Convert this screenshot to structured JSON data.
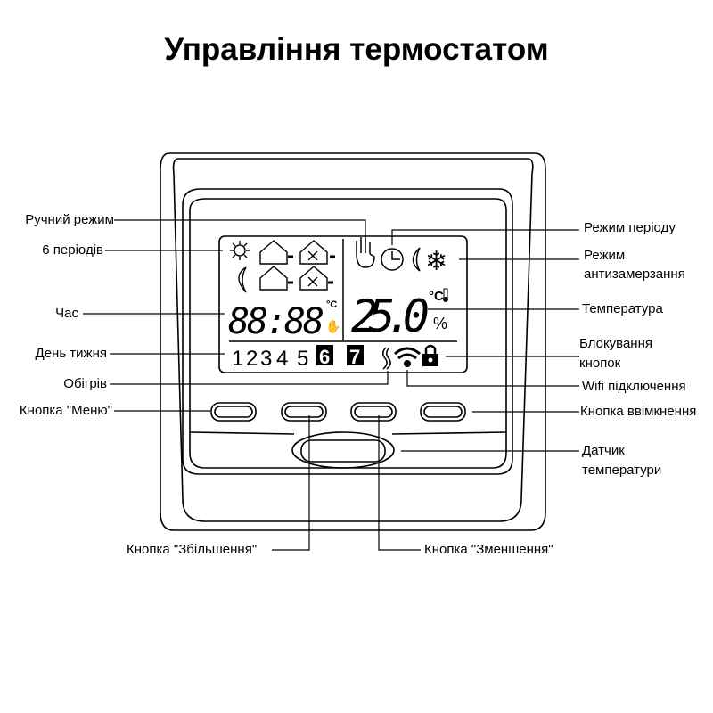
{
  "title": "Управління термостатом",
  "labels": {
    "manual_mode": "Ручний режим",
    "six_periods": "6 періодів",
    "time": "Час",
    "weekday": "День тижня",
    "heating": "Обігрів",
    "menu_button": "Кнопка \"Меню\"",
    "period_mode": "Режим періоду",
    "antifreeze_mode_1": "Режим",
    "antifreeze_mode_2": "антизамерзання",
    "temperature": "Температура",
    "lock_1": "Блокування",
    "lock_2": "кнопок",
    "wifi": "Wifi підключення",
    "power_button": "Кнопка ввімкнення",
    "sensor_1": "Датчик",
    "sensor_2": "температури",
    "increase_button": "Кнопка \"Збільшення\"",
    "decrease_button": "Кнопка \"Зменшення\""
  },
  "display": {
    "clock": "88:88",
    "clock_unit": "°C",
    "temperature": "25.0",
    "temp_unit": "°C",
    "humidity_unit": "%",
    "days": [
      "1",
      "2",
      "3",
      "4",
      "5"
    ],
    "days_inverted": [
      "6",
      "7"
    ],
    "icons": [
      "sun-icon",
      "house-out-icon",
      "house-meal-in-icon",
      "moon-icon",
      "house-in-icon",
      "house-meal-out-icon",
      "hand-icon",
      "clock-icon",
      "moon-icon",
      "snowflake-icon",
      "thermometer-icon",
      "heat-waves-icon",
      "wifi-icon",
      "lock-icon"
    ]
  }
}
